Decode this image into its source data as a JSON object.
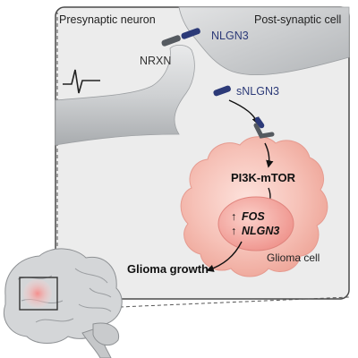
{
  "labels": {
    "presynaptic": "Presynaptic neuron",
    "postsynaptic": "Post-synaptic cell",
    "nlgn3": "NLGN3",
    "nrxn": "NRXN",
    "snlgn3": "sNLGN3",
    "pathway": "PI3K-mTOR",
    "fos": "FOS",
    "nlgn3_gene": "NLGN3",
    "up_arrow": "↑",
    "glioma_cell": "Glioma cell",
    "glioma_growth": "Glioma growth"
  },
  "colors": {
    "panel_bg": "#ececec",
    "neuron_fill": "#c9cacb",
    "glioma_fill": "#f4b8ae",
    "nucleus_fill": "#f39a93",
    "protein_blue": "#2c3a78",
    "protein_gray": "#555a60",
    "brain_fill": "#d4d6d8",
    "brain_lesion": "#f2a7a2"
  },
  "icons": {
    "action_potential": "action-potential-icon"
  }
}
